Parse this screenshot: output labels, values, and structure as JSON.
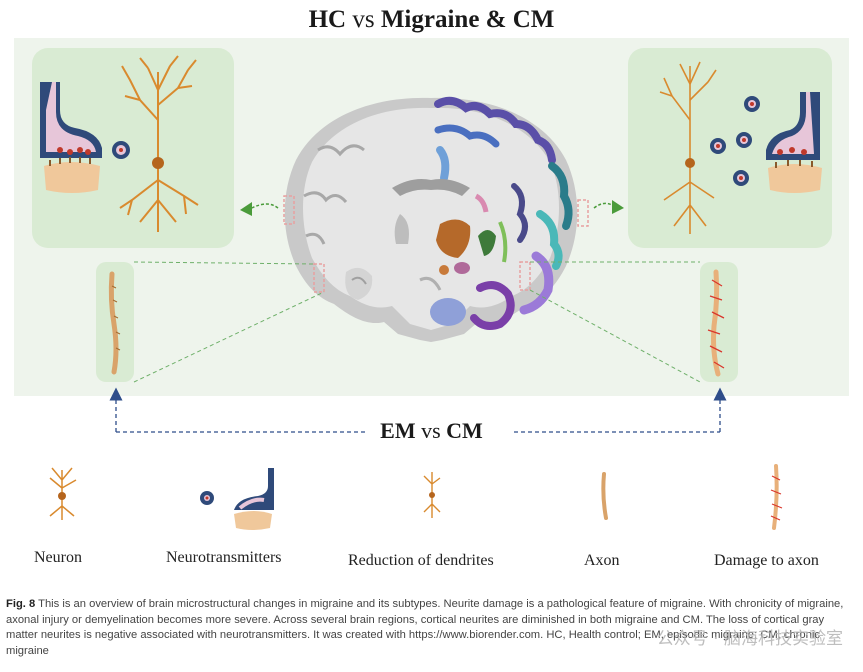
{
  "title": {
    "left": "HC",
    "vs": "vs",
    "right": "Migraine & CM"
  },
  "comparison": {
    "left": "EM",
    "vs": "vs",
    "right": "CM"
  },
  "legend": [
    {
      "icon": "neuron-icon",
      "label": "Neuron"
    },
    {
      "icon": "neurotransmitters-icon",
      "label": "Neurotransmitters"
    },
    {
      "icon": "reduced-dendrites-icon",
      "label": "Reduction of dendrites"
    },
    {
      "icon": "axon-icon",
      "label": "Axon"
    },
    {
      "icon": "damaged-axon-icon",
      "label": "Damage to axon"
    }
  ],
  "caption": {
    "fig_label": "Fig. 8",
    "text": "This is an overview of brain microstructural changes in migraine and its subtypes. Neurite damage is a pathological feature of migraine. With chronicity of migraine, axonal injury or demyelination becomes more severe. Across several brain regions, cortical neurites are diminished in both migraine and CM. The loss of cortical gray matter neurites is negative associated with neurotransmitters. It was created with https://www.biorender.com. HC, Health control; EM, episodic migraine; CM, chronic migraine"
  },
  "watermark": "公众号 · 脑海科技实验室",
  "colors": {
    "panel_green": "#d9ebd3",
    "neuron_orange": "#d98a2e",
    "arrow_blue": "#2e4d8a",
    "arrow_green": "#4a9b3a",
    "axon_red": "#d9362b"
  }
}
